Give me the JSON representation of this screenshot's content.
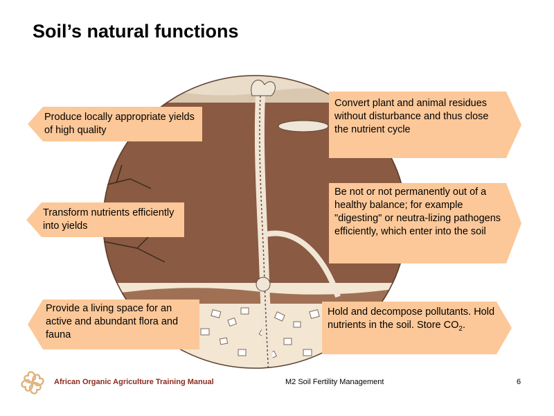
{
  "slide": {
    "title": "Soil’s natural functions"
  },
  "callouts": {
    "left": [
      "Produce locally appropriate yields of high quality",
      "Transform nutrients efficiently into yields",
      "Provide a living space for an active and abundant flora and fauna"
    ],
    "right": [
      "Convert plant and animal residues without disturbance and thus close the nutrient cycle",
      "Be not or not permanently out of a healthy balance; for example \"digesting\" or neutra-lizing pathogens efficiently, which enter into the soil"
    ],
    "co2": {
      "text_before": "Hold and decompose pollutants. Hold nutrients in the soil. Store CO",
      "subscript": "2",
      "text_after": "."
    }
  },
  "footer": {
    "manual": "African Organic Agriculture Training Manual",
    "module": "M2 Soil Fertility Management",
    "page_number": "6"
  },
  "colors": {
    "callout_fill": "#fcc899",
    "soil": "#8a5a42",
    "footer_brand": "#8a2a1e"
  },
  "icons": {
    "logo": "four-heart-flower-logo"
  }
}
